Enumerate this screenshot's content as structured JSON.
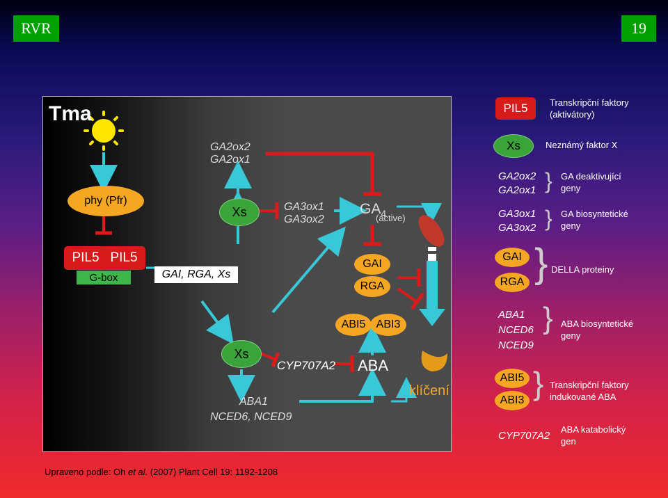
{
  "header": {
    "left_badge": "RVR",
    "page_number": "19"
  },
  "panel": {
    "title": "Tma",
    "labels": {
      "phy": "phy (Pfr)",
      "pil5_a": "PIL5",
      "pil5_b": "PIL5",
      "gbox": "G-box",
      "gai_rga_xs": "GAI, RGA, Xs",
      "ga2ox_top": "GA2ox2",
      "ga2ox_bottom": "GA2ox1",
      "xs_top": "Xs",
      "ga3ox_top": "GA3ox1",
      "ga3ox_bottom": "GA3ox2",
      "ga4": "GA",
      "ga4_sub": "4",
      "ga4_active": "(active)",
      "gai": "GAI",
      "rga": "RGA",
      "abi5": "ABI5",
      "abi3": "ABI3",
      "xs_bottom": "Xs",
      "cyp": "CYP707A2",
      "aba": "ABA",
      "aba1": "ABA1",
      "nced": "NCED6, NCED9",
      "germination": "klíčení"
    }
  },
  "legend": {
    "pil5": "PIL5",
    "pil5_desc": [
      "Transkripční faktory",
      "(aktivátory)"
    ],
    "xs": "Xs",
    "xs_desc": "Neznámý faktor X",
    "ga2ox": [
      "GA2ox2",
      "GA2ox1"
    ],
    "ga2ox_desc": [
      "GA deaktivující",
      "geny"
    ],
    "ga3ox": [
      "GA3ox1",
      "GA3ox2"
    ],
    "ga3ox_desc": [
      "GA biosyntetické",
      "geny"
    ],
    "gai": "GAI",
    "rga": "RGA",
    "della_desc": "DELLA proteiny",
    "aba_genes": [
      "ABA1",
      "NCED6",
      "NCED9"
    ],
    "aba_genes_desc": [
      "ABA biosyntetické",
      "geny"
    ],
    "abi5": "ABI5",
    "abi3": "ABI3",
    "abi_desc": [
      "Transkripční faktory",
      "indukované ABA"
    ],
    "cyp": "CYP707A2",
    "cyp_desc": [
      "ABA katabolický",
      "gen"
    ]
  },
  "footer": {
    "prefix": "Upraveno podle:  Oh ",
    "etal": "et al.",
    "suffix": "  (2007) Plant Cell 19: 1192-1208"
  },
  "colors": {
    "badge_green": "#00a000",
    "activation_arrow": "#39c8d8",
    "inhibition": "#dd1a1a",
    "oval_orange": "#f5a623",
    "pil5_red": "#d71a1a"
  }
}
